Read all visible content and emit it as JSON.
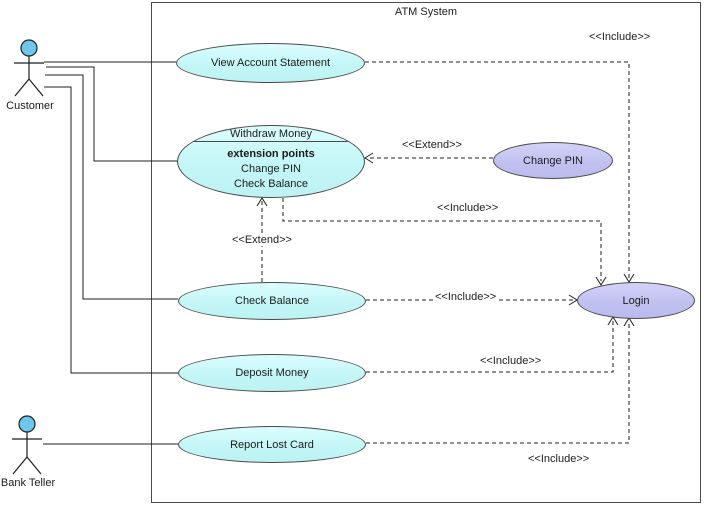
{
  "diagram": {
    "system_label": "ATM System",
    "actors": [
      {
        "name": "Customer"
      },
      {
        "name": "Bank Teller"
      }
    ],
    "use_cases": [
      {
        "id": "view-account-statement",
        "label": "View Account Statement",
        "color": "cyan"
      },
      {
        "id": "withdraw-money",
        "label": "Withdraw Money",
        "color": "cyan",
        "extension_points_title": "extension points",
        "extension_points": [
          "Change PIN",
          "Check Balance"
        ]
      },
      {
        "id": "change-pin",
        "label": "Change PIN",
        "color": "purple"
      },
      {
        "id": "check-balance",
        "label": "Check Balance",
        "color": "cyan"
      },
      {
        "id": "deposit-money",
        "label": "Deposit Money",
        "color": "cyan"
      },
      {
        "id": "report-lost-card",
        "label": "Report Lost Card",
        "color": "cyan"
      },
      {
        "id": "login",
        "label": "Login",
        "color": "purple"
      }
    ],
    "connector_labels": {
      "vas_login_include": "<<Include>>",
      "changepin_withdraw_extend": "<<Extend>>",
      "withdraw_login_include": "<<Include>>",
      "checkbalance_withdraw_extend": "<<Extend>>",
      "checkbalance_login_include": "<<Include>>",
      "depositmoney_login_include": "<<Include>>",
      "reportlostcard_login_include": "<<Include>>"
    },
    "colors": {
      "use_case_fill": "#c3f6f7",
      "use_case_alt_fill": "#c0c0f0",
      "actor_head": "#6fc6ec",
      "stroke": "#4a4a4a"
    }
  }
}
